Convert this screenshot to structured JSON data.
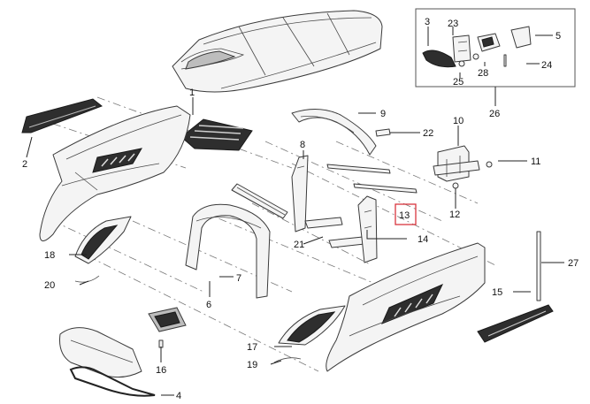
{
  "diagram": {
    "callouts": [
      {
        "id": "c1",
        "label": "1"
      },
      {
        "id": "c2",
        "label": "2"
      },
      {
        "id": "c3",
        "label": "3"
      },
      {
        "id": "c4",
        "label": "4"
      },
      {
        "id": "c5",
        "label": "5"
      },
      {
        "id": "c6",
        "label": "6"
      },
      {
        "id": "c7",
        "label": "7"
      },
      {
        "id": "c8",
        "label": "8"
      },
      {
        "id": "c9",
        "label": "9"
      },
      {
        "id": "c10",
        "label": "10"
      },
      {
        "id": "c11",
        "label": "11"
      },
      {
        "id": "c12",
        "label": "12"
      },
      {
        "id": "c13",
        "label": "13"
      },
      {
        "id": "c14",
        "label": "14"
      },
      {
        "id": "c15",
        "label": "15"
      },
      {
        "id": "c16",
        "label": "16"
      },
      {
        "id": "c17",
        "label": "17"
      },
      {
        "id": "c18",
        "label": "18"
      },
      {
        "id": "c19",
        "label": "19"
      },
      {
        "id": "c20",
        "label": "20"
      },
      {
        "id": "c21",
        "label": "21"
      },
      {
        "id": "c22",
        "label": "22"
      },
      {
        "id": "c23",
        "label": "23"
      },
      {
        "id": "c24",
        "label": "24"
      },
      {
        "id": "c25",
        "label": "25"
      },
      {
        "id": "c26",
        "label": "26"
      },
      {
        "id": "c27",
        "label": "27"
      },
      {
        "id": "c28",
        "label": "28"
      }
    ],
    "highlighted_callout": "13",
    "colors": {
      "line": "#3a3a3a",
      "highlight": "#d9363e"
    }
  }
}
